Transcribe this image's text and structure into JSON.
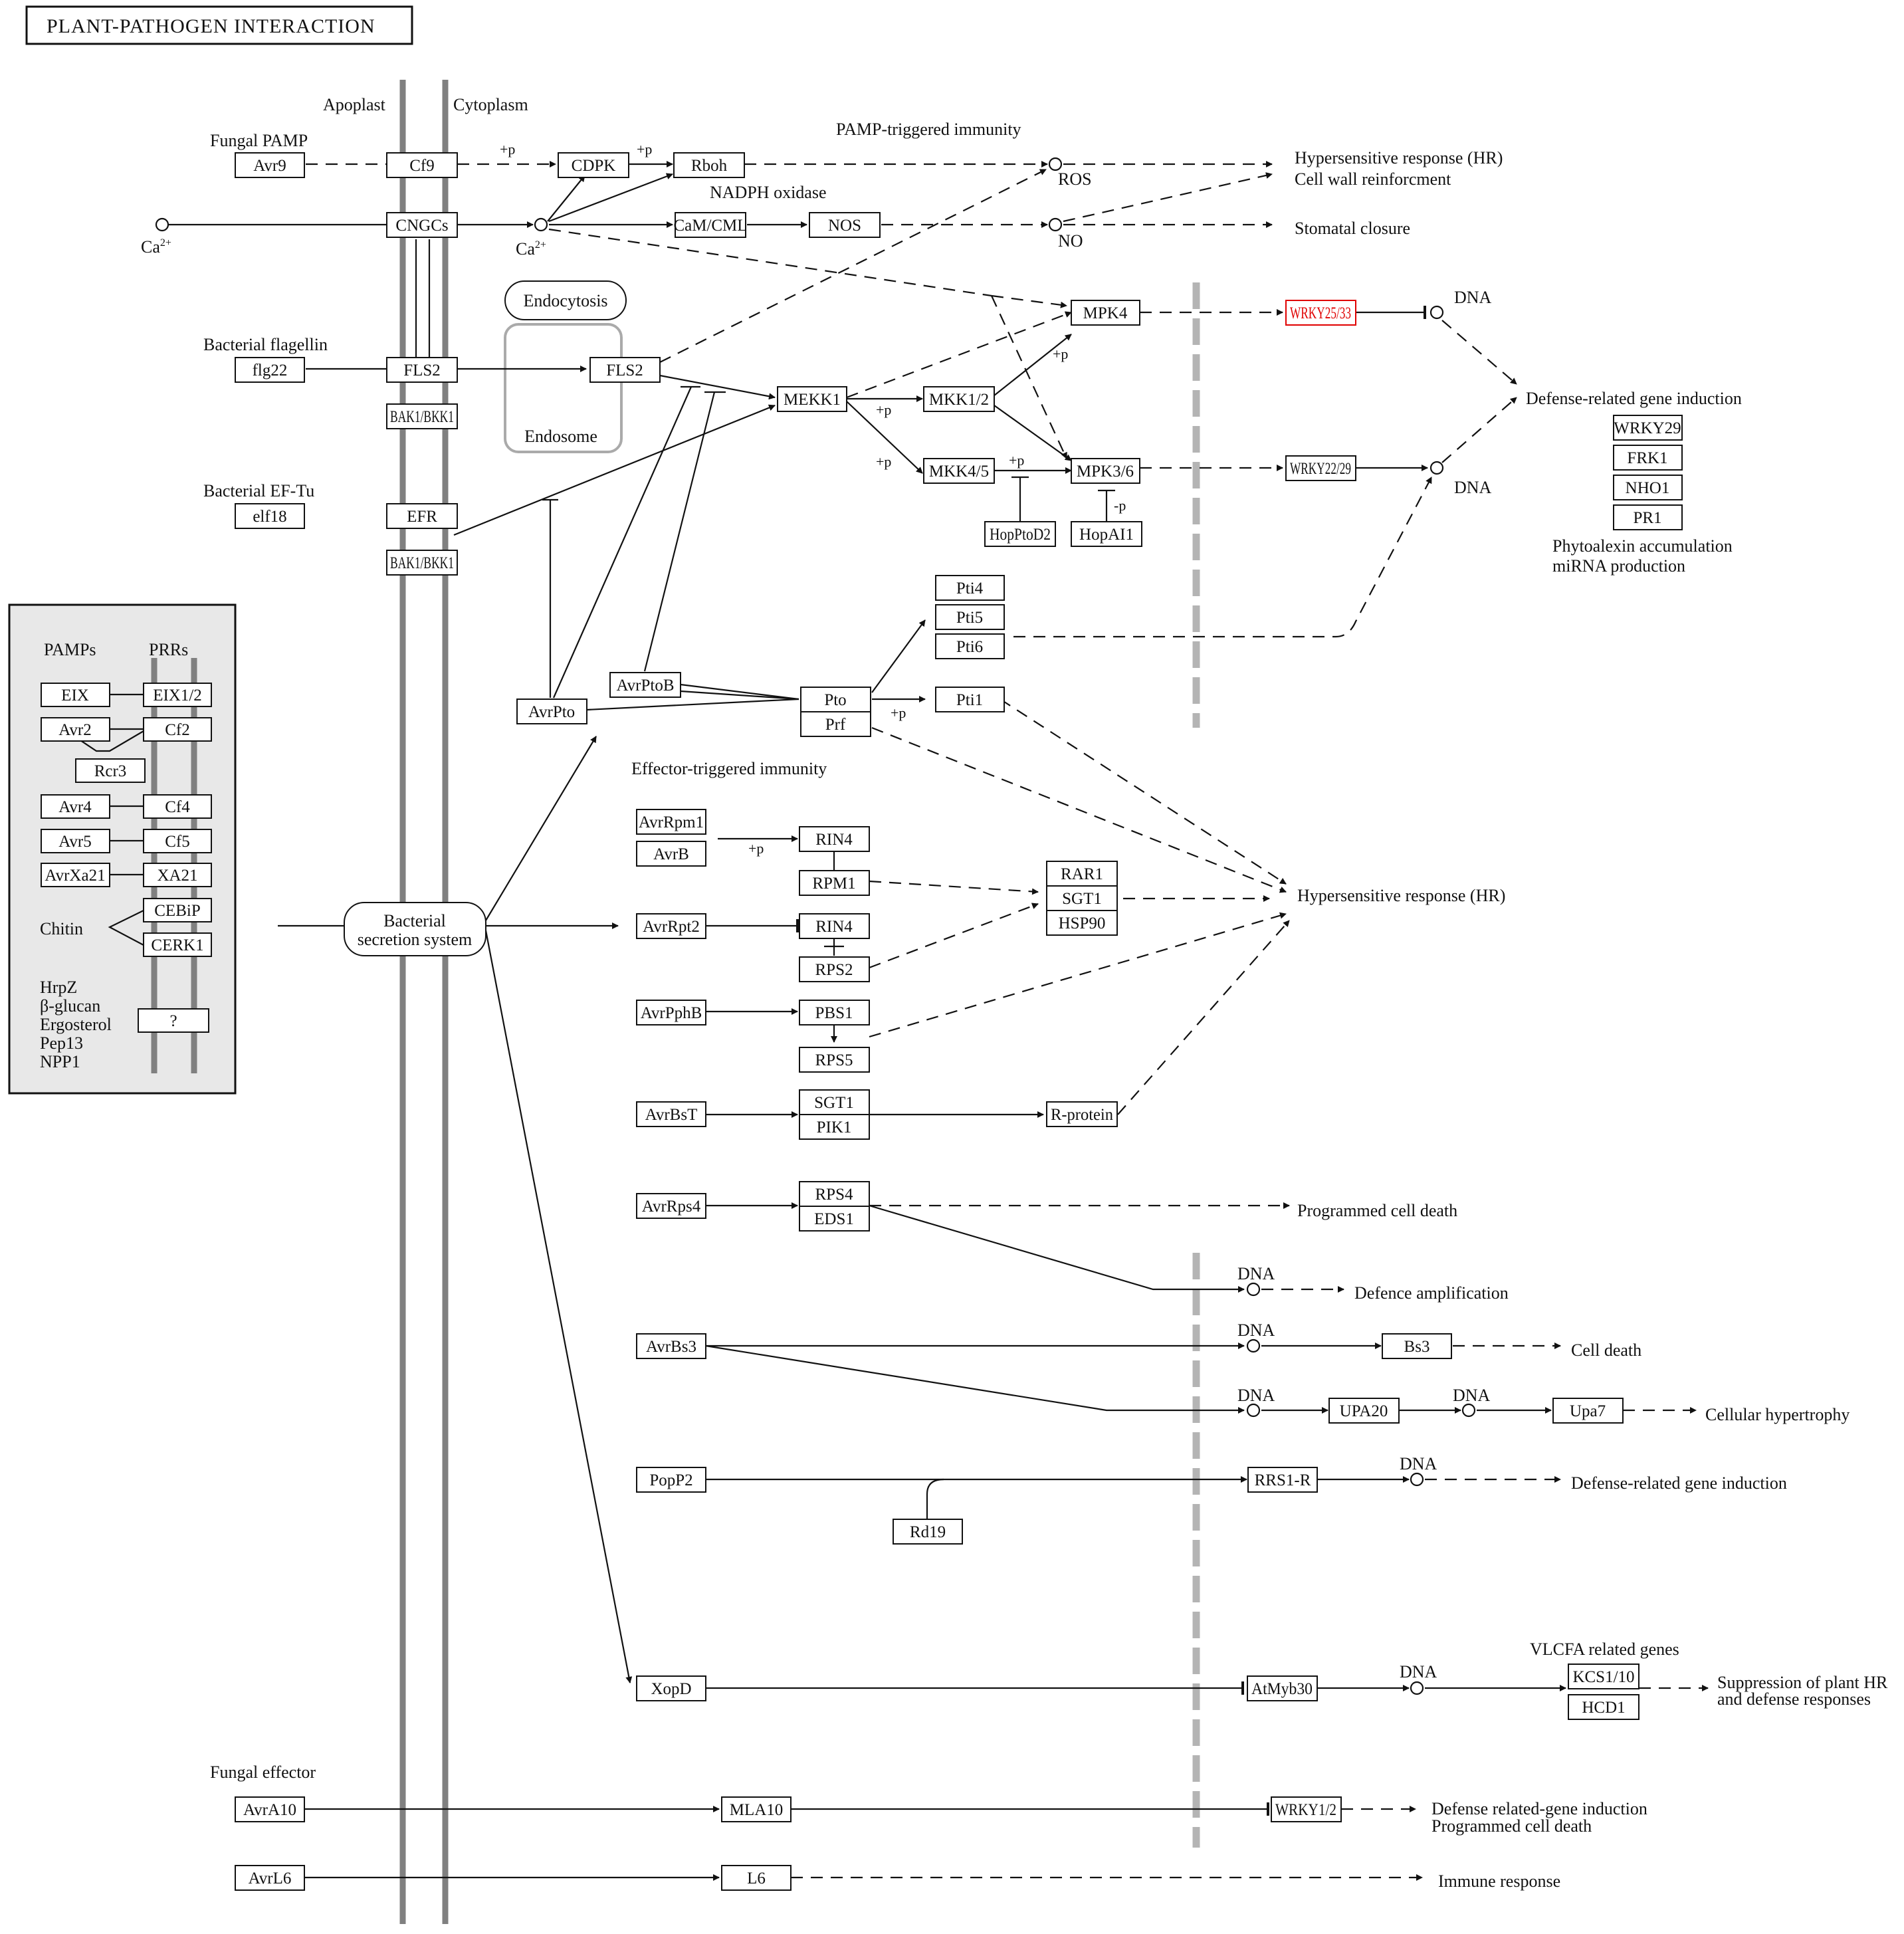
{
  "title": "PLANT-PATHOGEN INTERACTION",
  "compartments": {
    "apoplast": "Apoplast",
    "cytoplasm": "Cytoplasm"
  },
  "sections": {
    "pti": "PAMP-triggered immunity",
    "eti": "Effector-triggered immunity",
    "nadph": "NADPH oxidase",
    "endocytosis": "Endocytosis",
    "endosome": "Endosome",
    "secretion": [
      "Bacterial",
      "secretion system"
    ]
  },
  "sources": {
    "fungal_pamp": "Fungal PAMP",
    "bacterial_flagellin": "Bacterial flagellin",
    "bacterial_eftu": "Bacterial EF-Tu",
    "fungal_effector": "Fungal effector"
  },
  "modifiers": {
    "p": "+p",
    "minus_p": "-p"
  },
  "labels": {
    "ca": "Ca",
    "ca_sup": "2+",
    "ros": "ROS",
    "no": "NO",
    "dna": "DNA"
  },
  "outcomes": {
    "hr": "Hypersensitive response (HR)",
    "cell_wall": "Cell wall reinforcment",
    "stomatal": "Stomatal closure",
    "defense_gene": "Defense-related gene induction",
    "phytoalexin": "Phytoalexin accumulation",
    "mirna": "miRNA production",
    "pcd": "Programmed cell death",
    "defence_amp": "Defence amplification",
    "cell_death": "Cell death",
    "hypertrophy": "Cellular hypertrophy",
    "vlcfa": "VLCFA related genes",
    "suppression": [
      "Suppression of plant HR",
      "and defense responses"
    ],
    "defense_pcd": [
      "Defense related-gene induction",
      "Programmed cell death"
    ],
    "immune": "Immune response"
  },
  "genes": {
    "avr9": "Avr9",
    "cf9": "Cf9",
    "cdpk": "CDPK",
    "rboh": "Rboh",
    "cngcs": "CNGCs",
    "camcml": "CaM/CML",
    "nos": "NOS",
    "mpk4": "MPK4",
    "wrky2533": "WRKY25/33",
    "flg22": "flg22",
    "fls2": "FLS2",
    "fls2_endo": "FLS2",
    "bak1_1": "BAK1/BKK1",
    "bak1_2": "BAK1/BKK1",
    "mekk1": "MEKK1",
    "mkk12": "MKK1/2",
    "mkk45": "MKK4/5",
    "mpk36": "MPK3/6",
    "wrky2229": "WRKY22/29",
    "hopptod2": "HopPtoD2",
    "hopai1": "HopAI1",
    "elf18": "elf18",
    "efr": "EFR",
    "wrky29": "WRKY29",
    "frk1": "FRK1",
    "nho1": "NHO1",
    "pr1": "PR1",
    "pti4": "Pti4",
    "pti5": "Pti5",
    "pti6": "Pti6",
    "pti1": "Pti1",
    "avrptob": "AvrPtoB",
    "avrpto": "AvrPto",
    "pto": "Pto",
    "prf": "Prf",
    "avrrpm1": "AvrRpm1",
    "avrb": "AvrB",
    "rin4_a": "RIN4",
    "rpm1": "RPM1",
    "rar1": "RAR1",
    "sgt1_a": "SGT1",
    "hsp90": "HSP90",
    "avrrpt2": "AvrRpt2",
    "rin4_b": "RIN4",
    "rps2": "RPS2",
    "avrpphb": "AvrPphB",
    "pbs1": "PBS1",
    "rps5": "RPS5",
    "avrbst": "AvrBsT",
    "sgt1_b": "SGT1",
    "pik1": "PIK1",
    "rprotein": "R-protein",
    "avrrps4": "AvrRps4",
    "rps4": "RPS4",
    "eds1": "EDS1",
    "avrbs3": "AvrBs3",
    "bs3": "Bs3",
    "upa20": "UPA20",
    "upa7": "Upa7",
    "popp2": "PopP2",
    "rrs1r": "RRS1-R",
    "rd19": "Rd19",
    "xopd": "XopD",
    "atmyb30": "AtMyb30",
    "kcs110": "KCS1/10",
    "hcd1": "HCD1",
    "avra10": "AvrA10",
    "mla10": "MLA10",
    "wrky12": "WRKY1/2",
    "avrl6": "AvrL6",
    "l6": "L6"
  },
  "inset": {
    "pamps": "PAMPs",
    "prrs": "PRRs",
    "eix": "EIX",
    "eix12": "EIX1/2",
    "avr2": "Avr2",
    "cf2": "Cf2",
    "rcr3": "Rcr3",
    "avr4": "Avr4",
    "cf4": "Cf4",
    "avr5": "Avr5",
    "cf5": "Cf5",
    "avrxa21": "AvrXa21",
    "xa21": "XA21",
    "chitin": "Chitin",
    "cebip": "CEBiP",
    "cerk1": "CERK1",
    "others": [
      "HrpZ",
      "β-glucan",
      "Ergosterol",
      "Pep13",
      "NPP1"
    ],
    "unknown": "?"
  },
  "colors": {
    "highlight": "#e00000",
    "membrane": "#808080",
    "nuclear_boundary": "#b4b4b4",
    "inset_bg": "#e8e8e8"
  }
}
